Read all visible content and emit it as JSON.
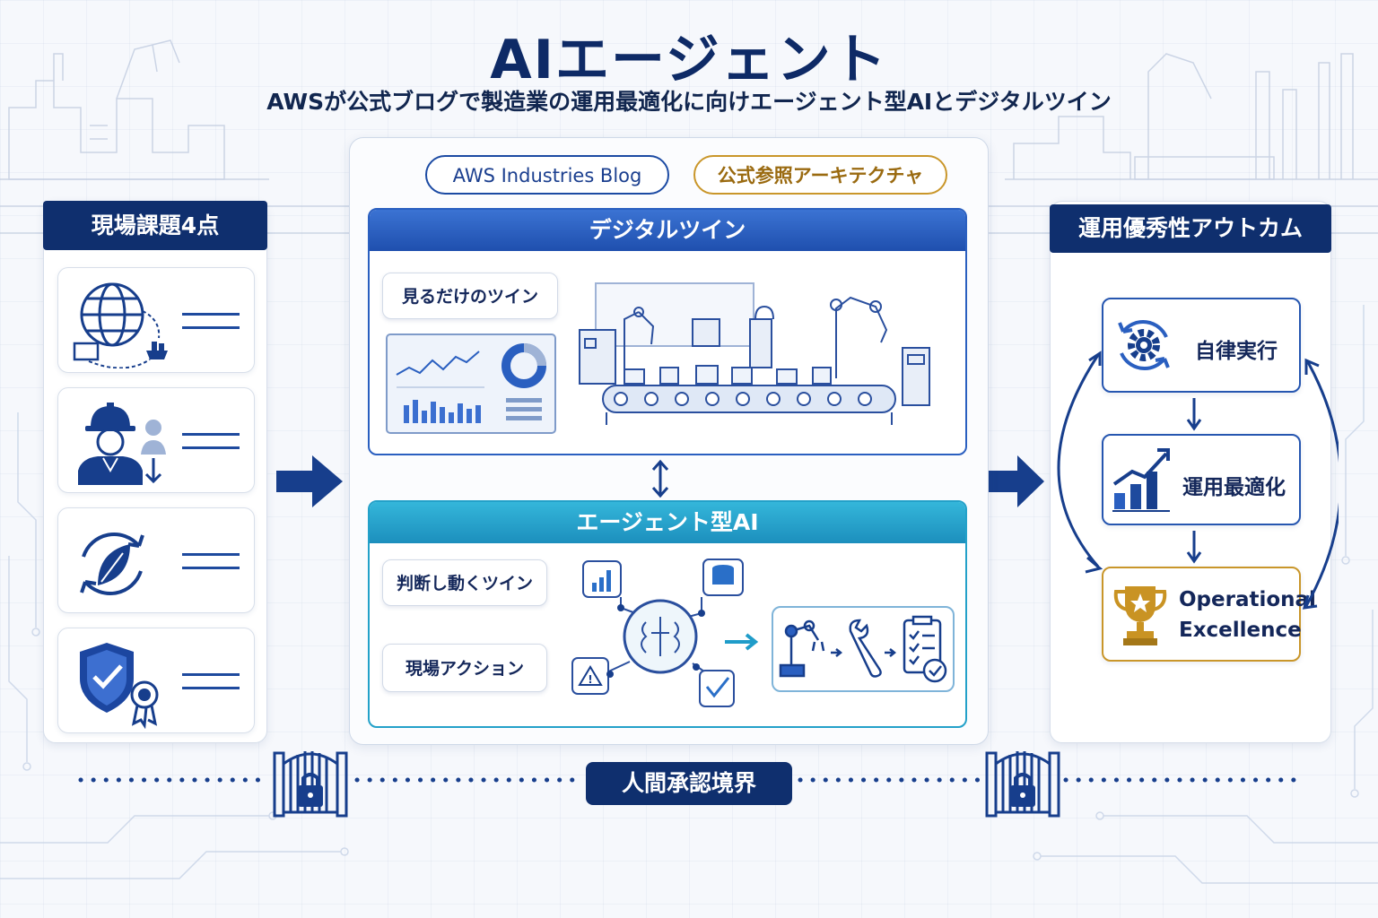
{
  "title": "AIエージェント",
  "subtitle": "AWSが公式ブログで製造業の運用最適化に向けエージェント型AIとデジタルツイン",
  "badges": {
    "blog": "AWS Industries Blog",
    "architecture": "公式参照アーキテクチャ"
  },
  "left_panel": {
    "header": "現場課題4点",
    "cards": [
      {
        "icon": "globe-supply-chain-icon"
      },
      {
        "icon": "worker-decline-icon"
      },
      {
        "icon": "sustainability-cycle-icon"
      },
      {
        "icon": "quality-shield-icon"
      }
    ]
  },
  "digital_twin": {
    "header": "デジタルツイン",
    "tag": "見るだけのツイン"
  },
  "agentic_ai": {
    "header": "エージェント型AI",
    "tags": [
      "判断し動くツイン",
      "現場アクション"
    ]
  },
  "right_panel": {
    "header": "運用優秀性アウトカム",
    "items": [
      "自律実行",
      "運用最適化"
    ],
    "final_line1": "Operational",
    "final_line2": "Excellence"
  },
  "footer": {
    "boundary": "人間承認境界"
  },
  "colors": {
    "navy": "#0f2f6e",
    "blue": "#2a5fc0",
    "cyan": "#23a1c9",
    "gold": "#c9962a"
  }
}
